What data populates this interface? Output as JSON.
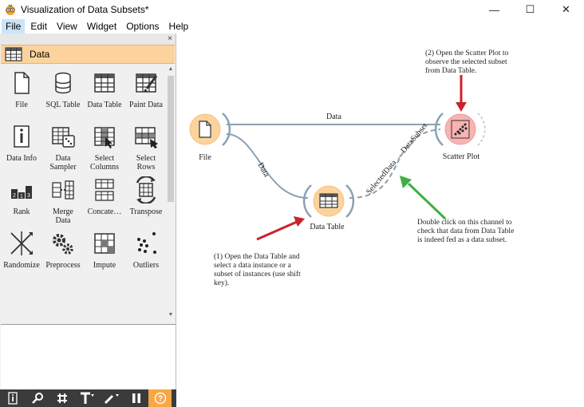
{
  "window": {
    "title": "Visualization of Data Subsets*",
    "controls": {
      "minimize": "—",
      "maximize": "☐",
      "close": "✕"
    }
  },
  "menu": [
    "File",
    "Edit",
    "View",
    "Widget",
    "Options",
    "Help"
  ],
  "dock": {
    "close": "×",
    "category": "Data",
    "widgets": [
      {
        "label": "File",
        "icon": "file-icon"
      },
      {
        "label": "SQL Table",
        "icon": "database-icon"
      },
      {
        "label": "Data Table",
        "icon": "table-icon"
      },
      {
        "label": "Paint Data",
        "icon": "paint-icon"
      },
      {
        "label": "Data Info",
        "icon": "info-icon"
      },
      {
        "label": "Data\nSampler",
        "icon": "dice-icon"
      },
      {
        "label": "Select\nColumns",
        "icon": "select-columns-icon"
      },
      {
        "label": "Select\nRows",
        "icon": "select-rows-icon"
      },
      {
        "label": "Rank",
        "icon": "rank-icon"
      },
      {
        "label": "Merge\nData",
        "icon": "merge-icon"
      },
      {
        "label": "Concate…",
        "icon": "concatenate-icon"
      },
      {
        "label": "Transpose",
        "icon": "transpose-icon"
      },
      {
        "label": "Randomize",
        "icon": "randomize-icon"
      },
      {
        "label": "Preprocess",
        "icon": "gears-icon"
      },
      {
        "label": "Impute",
        "icon": "impute-icon"
      },
      {
        "label": "Outliers",
        "icon": "outliers-icon"
      }
    ],
    "toolbar": [
      "i",
      "🔍",
      "#",
      "T",
      "✎",
      "II",
      "?"
    ]
  },
  "canvas": {
    "nodes": {
      "file": "File",
      "data_table": "Data Table",
      "scatter_plot": "Scatter Plot"
    },
    "links": {
      "file_to_scatter": "Data",
      "file_to_table": "Data",
      "table_to_scatter": "SelectedData → DataSubset"
    },
    "annotations": {
      "scatter": "(2) Open the Scatter Plot to\nobserve the selected subset\nfrom Data Table.",
      "channel": "Double click on this channel to\ncheck that data from Data Table\nis indeed fed as a data subset.",
      "table": "(1) Open the Data Table and\nselect a data instance or a\nsubset of instances (use shift\nkey)."
    }
  },
  "colors": {
    "node_orange": "#fcd39d",
    "node_red": "#f8b3b3",
    "arrow_red": "#c8242b",
    "arrow_green": "#3db041",
    "link": "#8aa0b4",
    "toolbar_bg": "#3b3b3b",
    "help_bg": "#f8a646"
  }
}
